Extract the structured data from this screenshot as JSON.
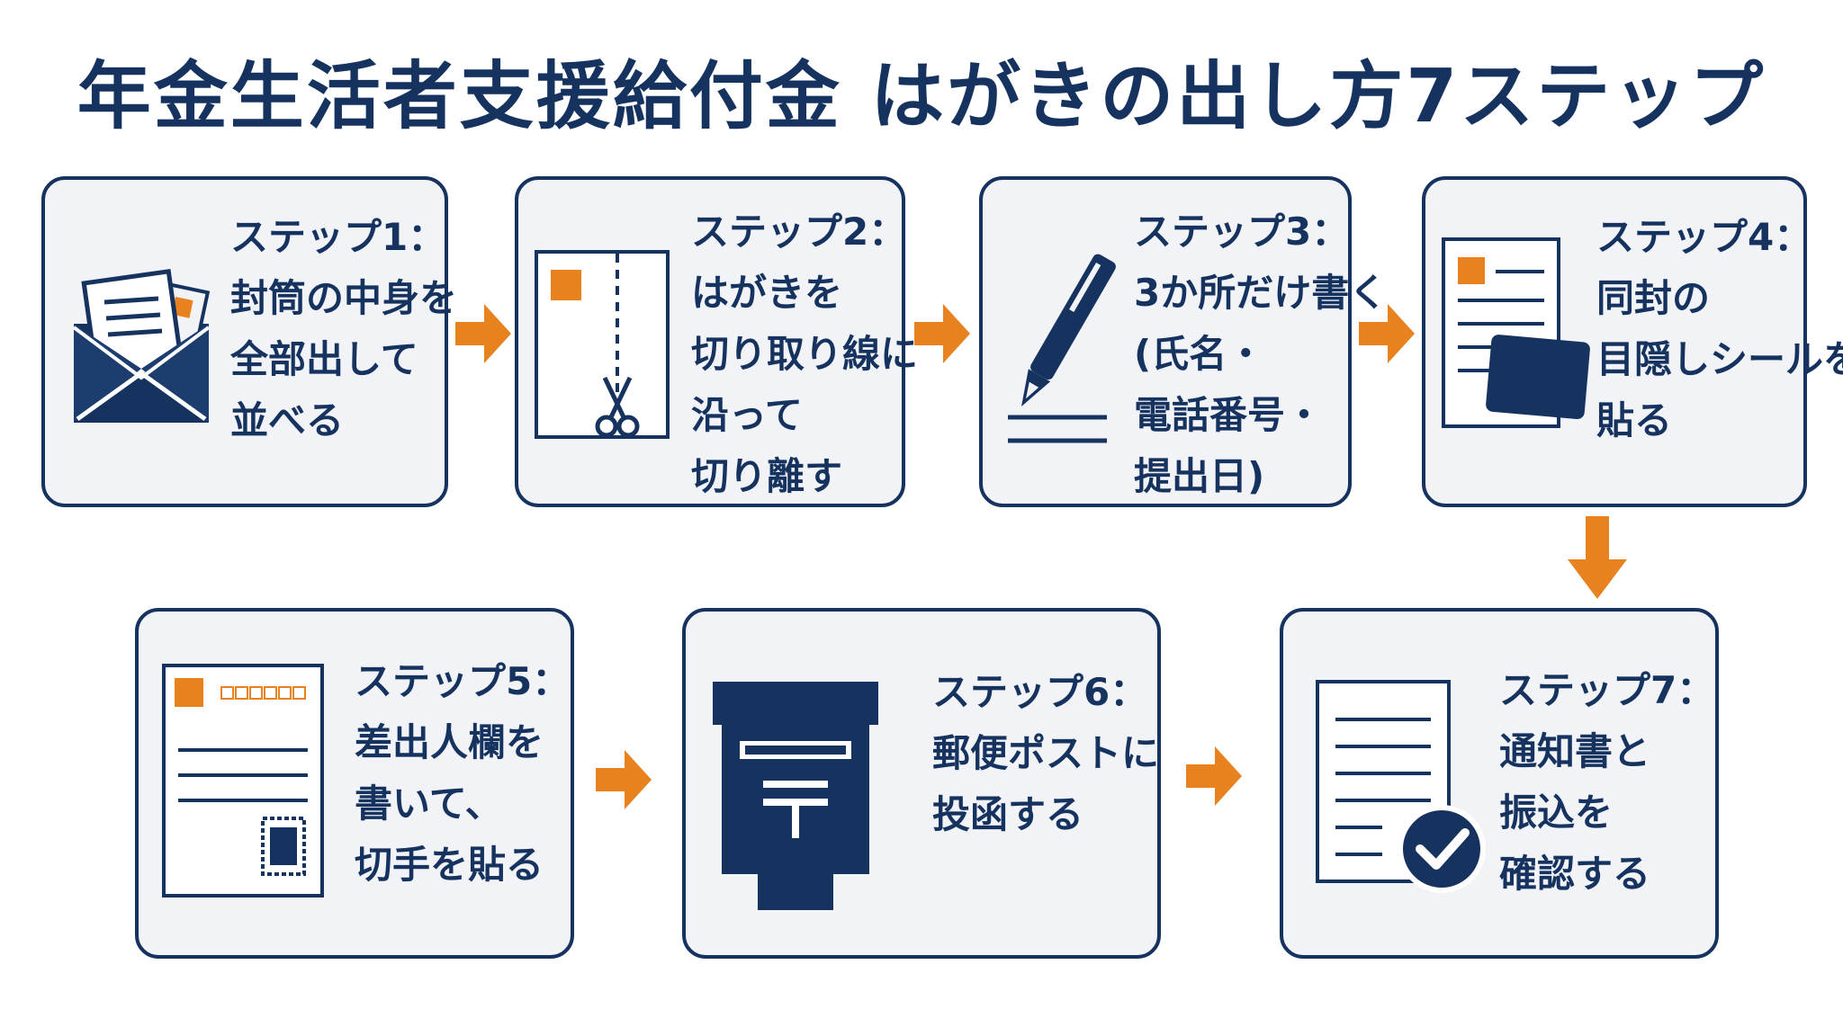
{
  "title": "年金生活者支援給付金 はがきの出し方7ステップ",
  "colors": {
    "navy": "#16335f",
    "orange": "#e8821e",
    "card": "#f1f3f7"
  },
  "steps": [
    {
      "id": 1,
      "label": "ステップ1：",
      "lines": [
        "封筒の中身を",
        "全部出して",
        "並べる"
      ],
      "icon": "envelope-icon"
    },
    {
      "id": 2,
      "label": "ステップ2：",
      "lines": [
        "はがきを",
        "切り取り線に",
        "沿って",
        "切り離す"
      ],
      "icon": "scissors-card-icon"
    },
    {
      "id": 3,
      "label": "ステップ3：",
      "lines": [
        "3か所だけ書く",
        "(氏名・",
        "電話番号・",
        "提出日)"
      ],
      "icon": "pen-icon"
    },
    {
      "id": 4,
      "label": "ステップ4：",
      "lines": [
        "同封の",
        "目隠しシールを",
        "貼る"
      ],
      "icon": "seal-sticker-icon"
    },
    {
      "id": 5,
      "label": "ステップ5：",
      "lines": [
        "差出人欄を",
        "書いて、",
        "切手を貼る"
      ],
      "icon": "postcard-stamp-icon"
    },
    {
      "id": 6,
      "label": "ステップ6：",
      "lines": [
        "郵便ポストに",
        "投函する"
      ],
      "icon": "postbox-icon"
    },
    {
      "id": 7,
      "label": "ステップ7：",
      "lines": [
        "通知書と",
        "振込を",
        "確認する"
      ],
      "icon": "document-check-icon"
    }
  ]
}
